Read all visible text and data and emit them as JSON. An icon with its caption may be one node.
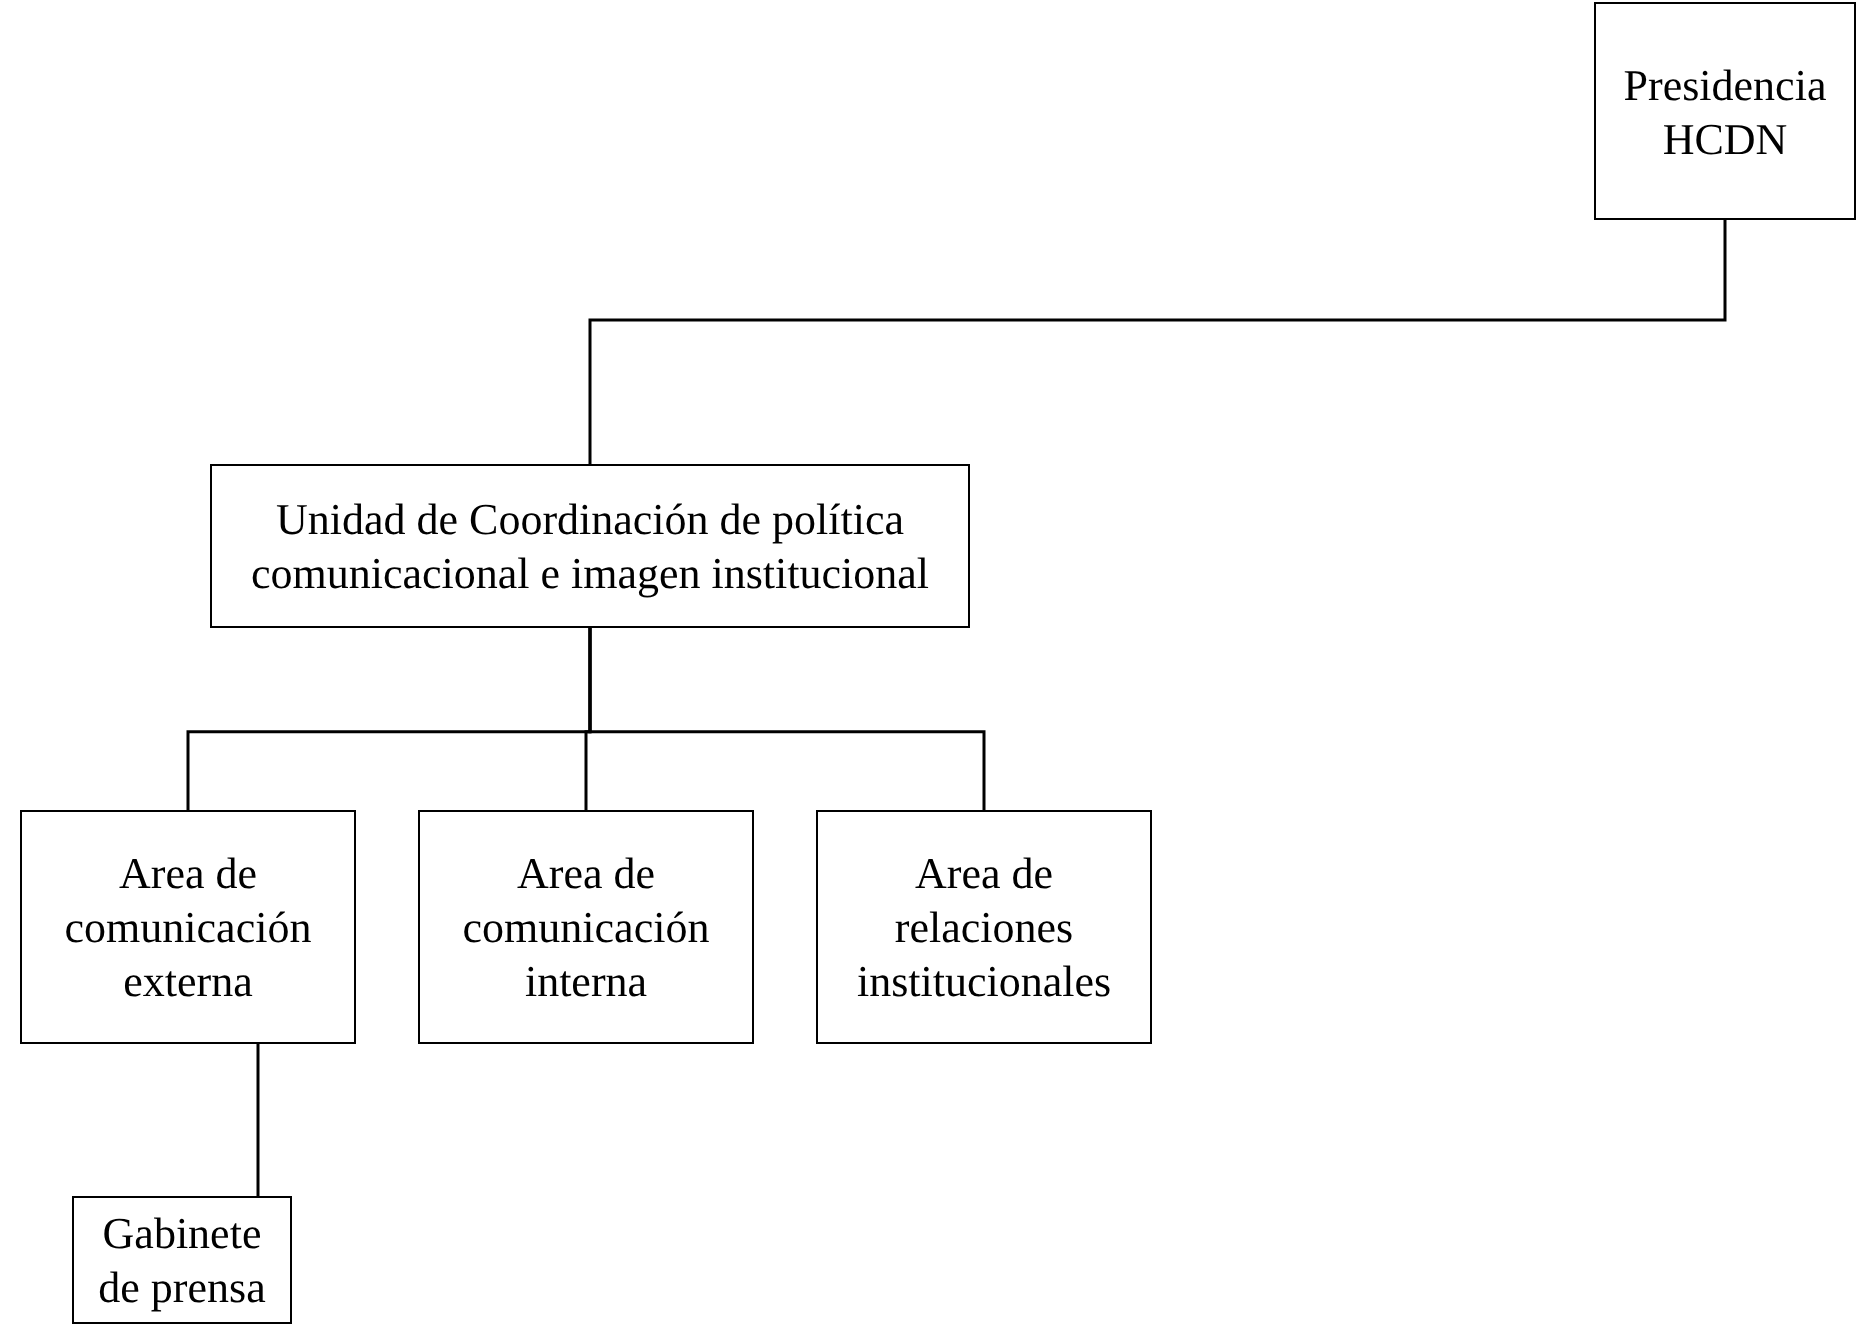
{
  "diagram": {
    "nodes": [
      {
        "text": [
          "Presidencia HCDN"
        ]
      },
      {
        "text": [
          "Unidad de Coordinación de política comunicacional e imagen institucional"
        ]
      },
      {
        "text": [
          "Area de comunicación externa"
        ]
      },
      {
        "text": [
          "Area de comunicación interna"
        ]
      },
      {
        "text": [
          "Area de relaciones institucionales"
        ]
      },
      {
        "text": [
          "Gabinete de prensa"
        ]
      }
    ],
    "edges": [
      {
        "from": 0,
        "to": 1,
        "arrow": "none"
      },
      {
        "from": 1,
        "to": 2,
        "arrow": "none"
      },
      {
        "from": 1,
        "to": 3,
        "arrow": "none"
      },
      {
        "from": 1,
        "to": 4,
        "arrow": "none"
      },
      {
        "from": 2,
        "to": 5,
        "arrow": "none"
      }
    ]
  }
}
